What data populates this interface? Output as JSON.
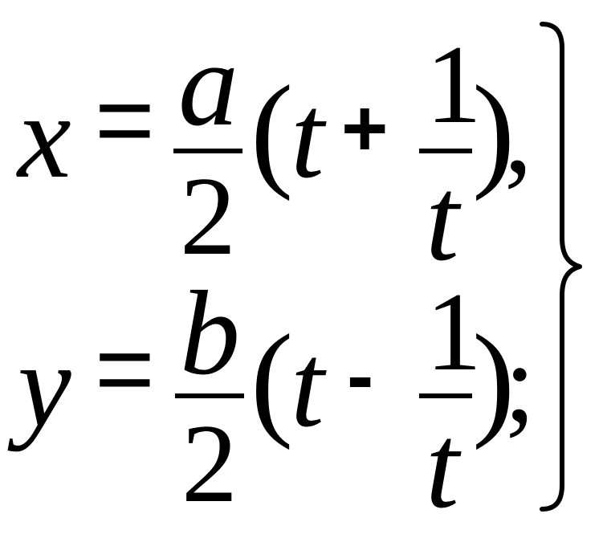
{
  "equation_system": {
    "eq1": {
      "lhs": "x",
      "equals": "=",
      "frac_num": "a",
      "frac_den": "2",
      "lparen": "(",
      "t": "t",
      "op": "+",
      "inner_num": "1",
      "inner_den": "t",
      "rparen": ")",
      "end": ","
    },
    "eq2": {
      "lhs": "y",
      "equals": "=",
      "frac_num": "b",
      "frac_den": "2",
      "lparen": "(",
      "t": "t",
      "op": "-",
      "inner_num": "1",
      "inner_den": "t",
      "rparen": ")",
      "end": ";"
    }
  }
}
